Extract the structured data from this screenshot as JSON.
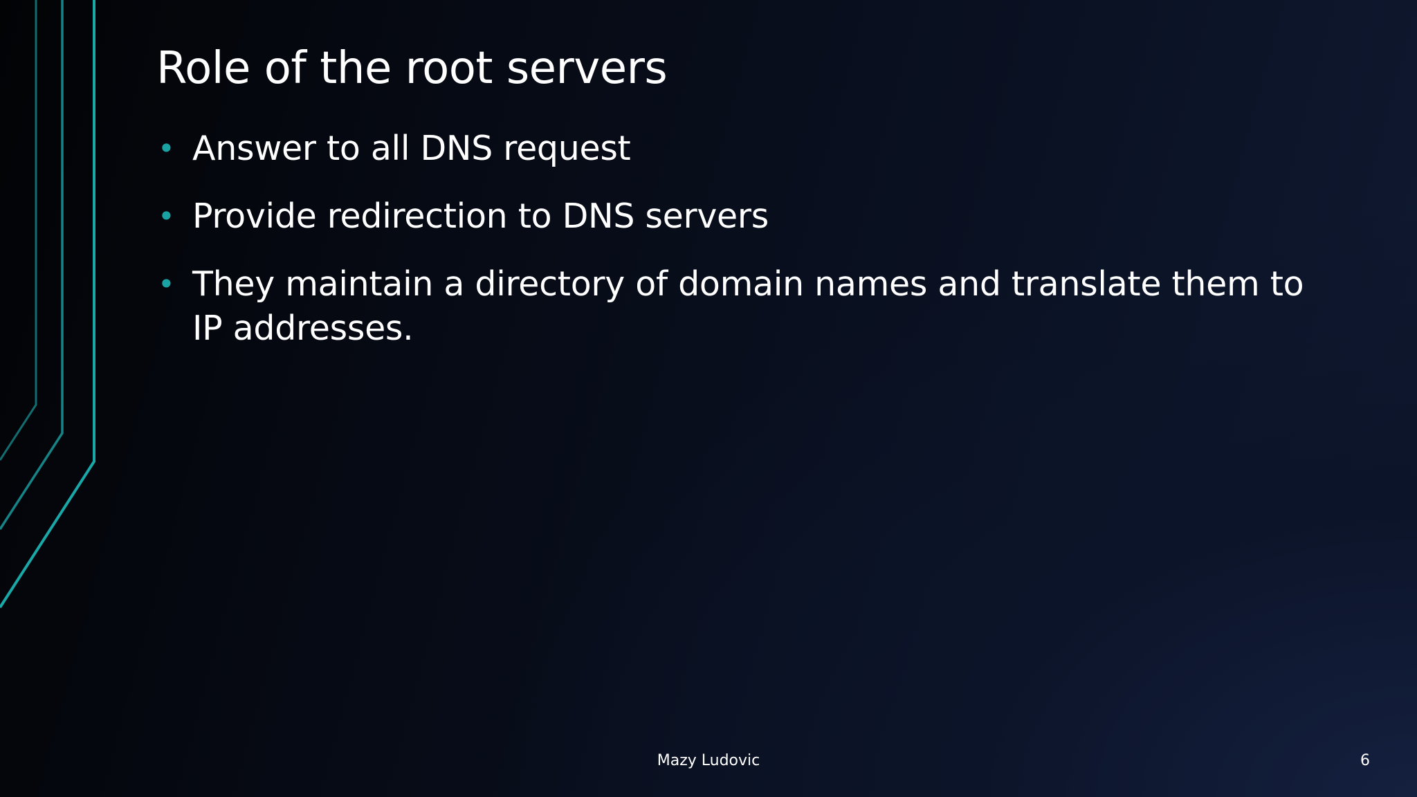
{
  "slide": {
    "title": "Role of the root servers",
    "bullets": [
      "Answer to all DNS request",
      "Provide redirection to DNS servers",
      "They maintain a directory of domain names and translate them to IP addresses."
    ],
    "bullet_glyph": "•",
    "footer": "Mazy Ludovic",
    "page_number": "6"
  },
  "colors": {
    "accent": "#1aa3a3",
    "text": "#ffffff",
    "background_dark": "#05070e",
    "background_light": "#14203f"
  }
}
